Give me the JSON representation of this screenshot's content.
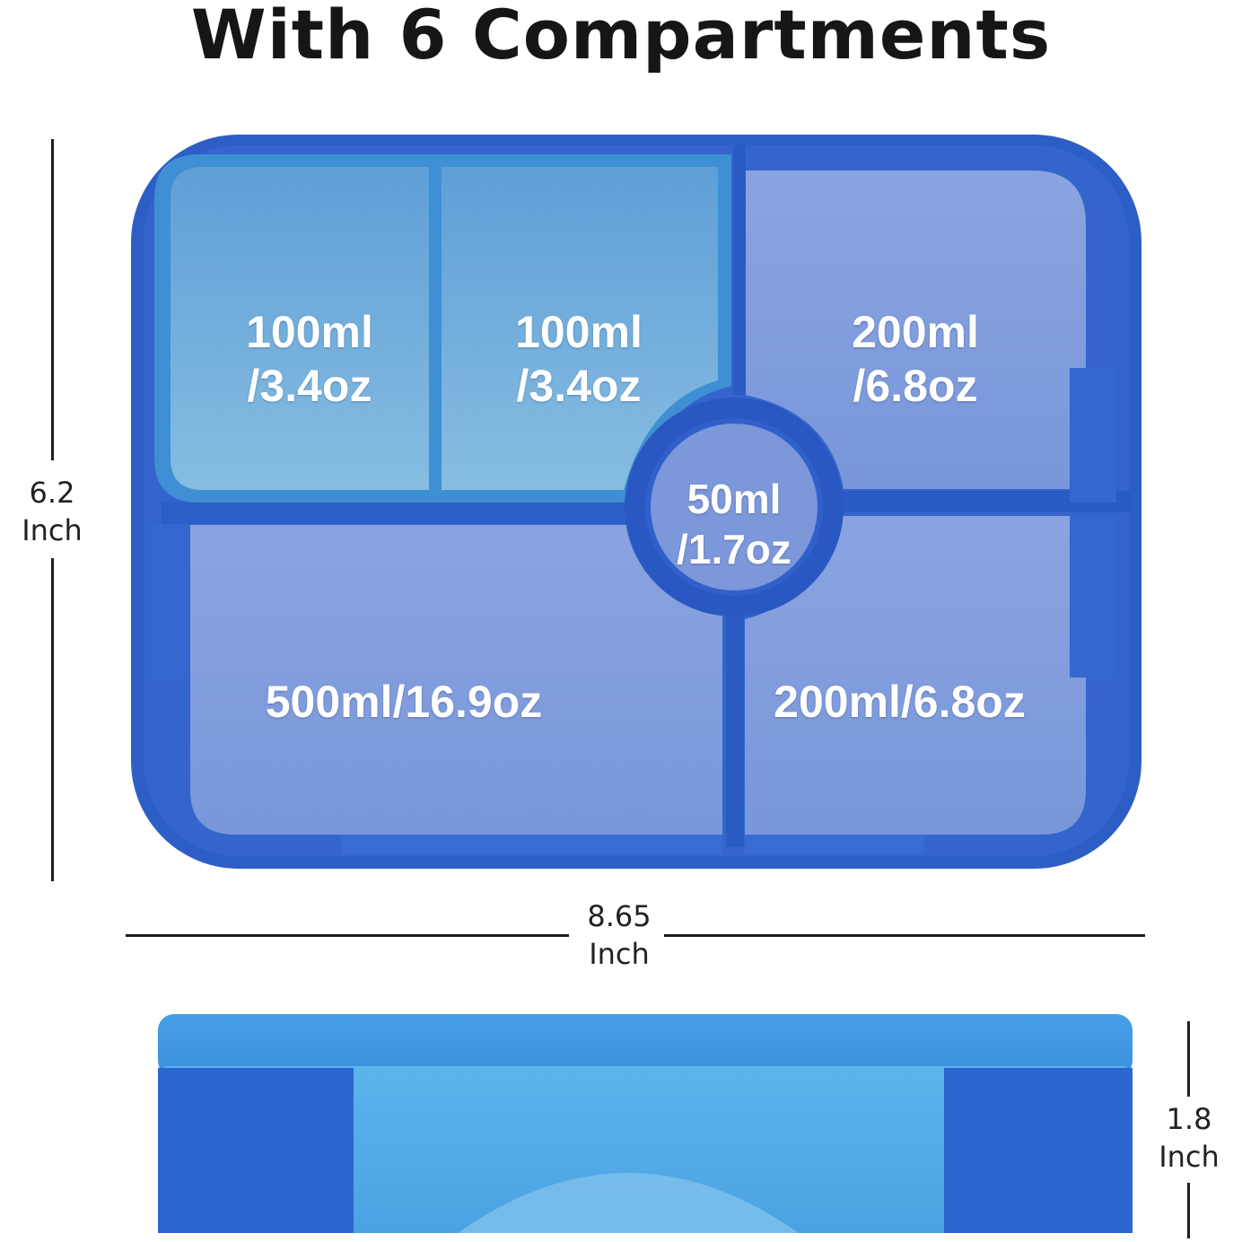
{
  "title": "With 6 Compartments",
  "dimensions": {
    "height": {
      "value": "6.2",
      "unit": "Inch"
    },
    "width": {
      "value": "8.65",
      "unit": "Inch"
    },
    "depth": {
      "value": "1.8",
      "unit": "Inch"
    }
  },
  "compartments": [
    {
      "line1": "100ml",
      "line2": "/3.4oz"
    },
    {
      "line1": "100ml",
      "line2": "/3.4oz"
    },
    {
      "line1": "200ml",
      "line2": "/6.8oz"
    },
    {
      "line1": "50ml",
      "line2": "/1.7oz"
    },
    {
      "text": "500ml/16.9oz"
    },
    {
      "text": "200ml/6.8oz"
    }
  ],
  "colors": {
    "tray_frame": "#2b5cc4",
    "compartment_fill": "#7d98dc",
    "insert_fill": "#6fa9d6",
    "side_top": "#52aee6",
    "side_body": "#5fb0e8",
    "side_dark": "#2a66d0"
  }
}
